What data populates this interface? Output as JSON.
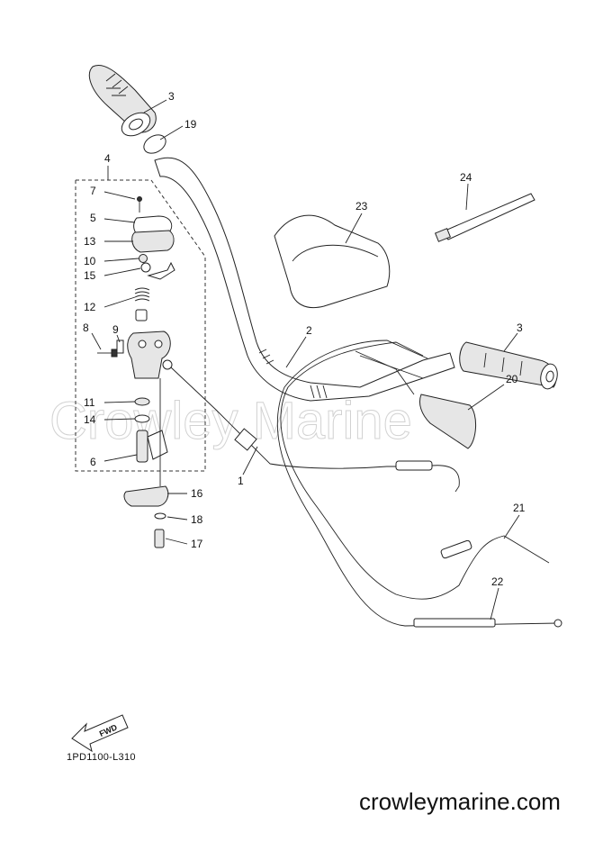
{
  "watermark": "Crowley Marine",
  "drawing_code": "1PD1100-L310",
  "website": "crowleymarine.com",
  "fwd_label": "FWD",
  "callouts": {
    "c1": "1",
    "c2": "2",
    "c3a": "3",
    "c3b": "3",
    "c4": "4",
    "c5": "5",
    "c6": "6",
    "c7": "7",
    "c8": "8",
    "c9": "9",
    "c10": "10",
    "c11": "11",
    "c12": "12",
    "c13": "13",
    "c14": "14",
    "c15": "15",
    "c16": "16",
    "c17": "17",
    "c18": "18",
    "c19": "19",
    "c20": "20",
    "c21": "21",
    "c22": "22",
    "c23": "23",
    "c24": "24"
  }
}
